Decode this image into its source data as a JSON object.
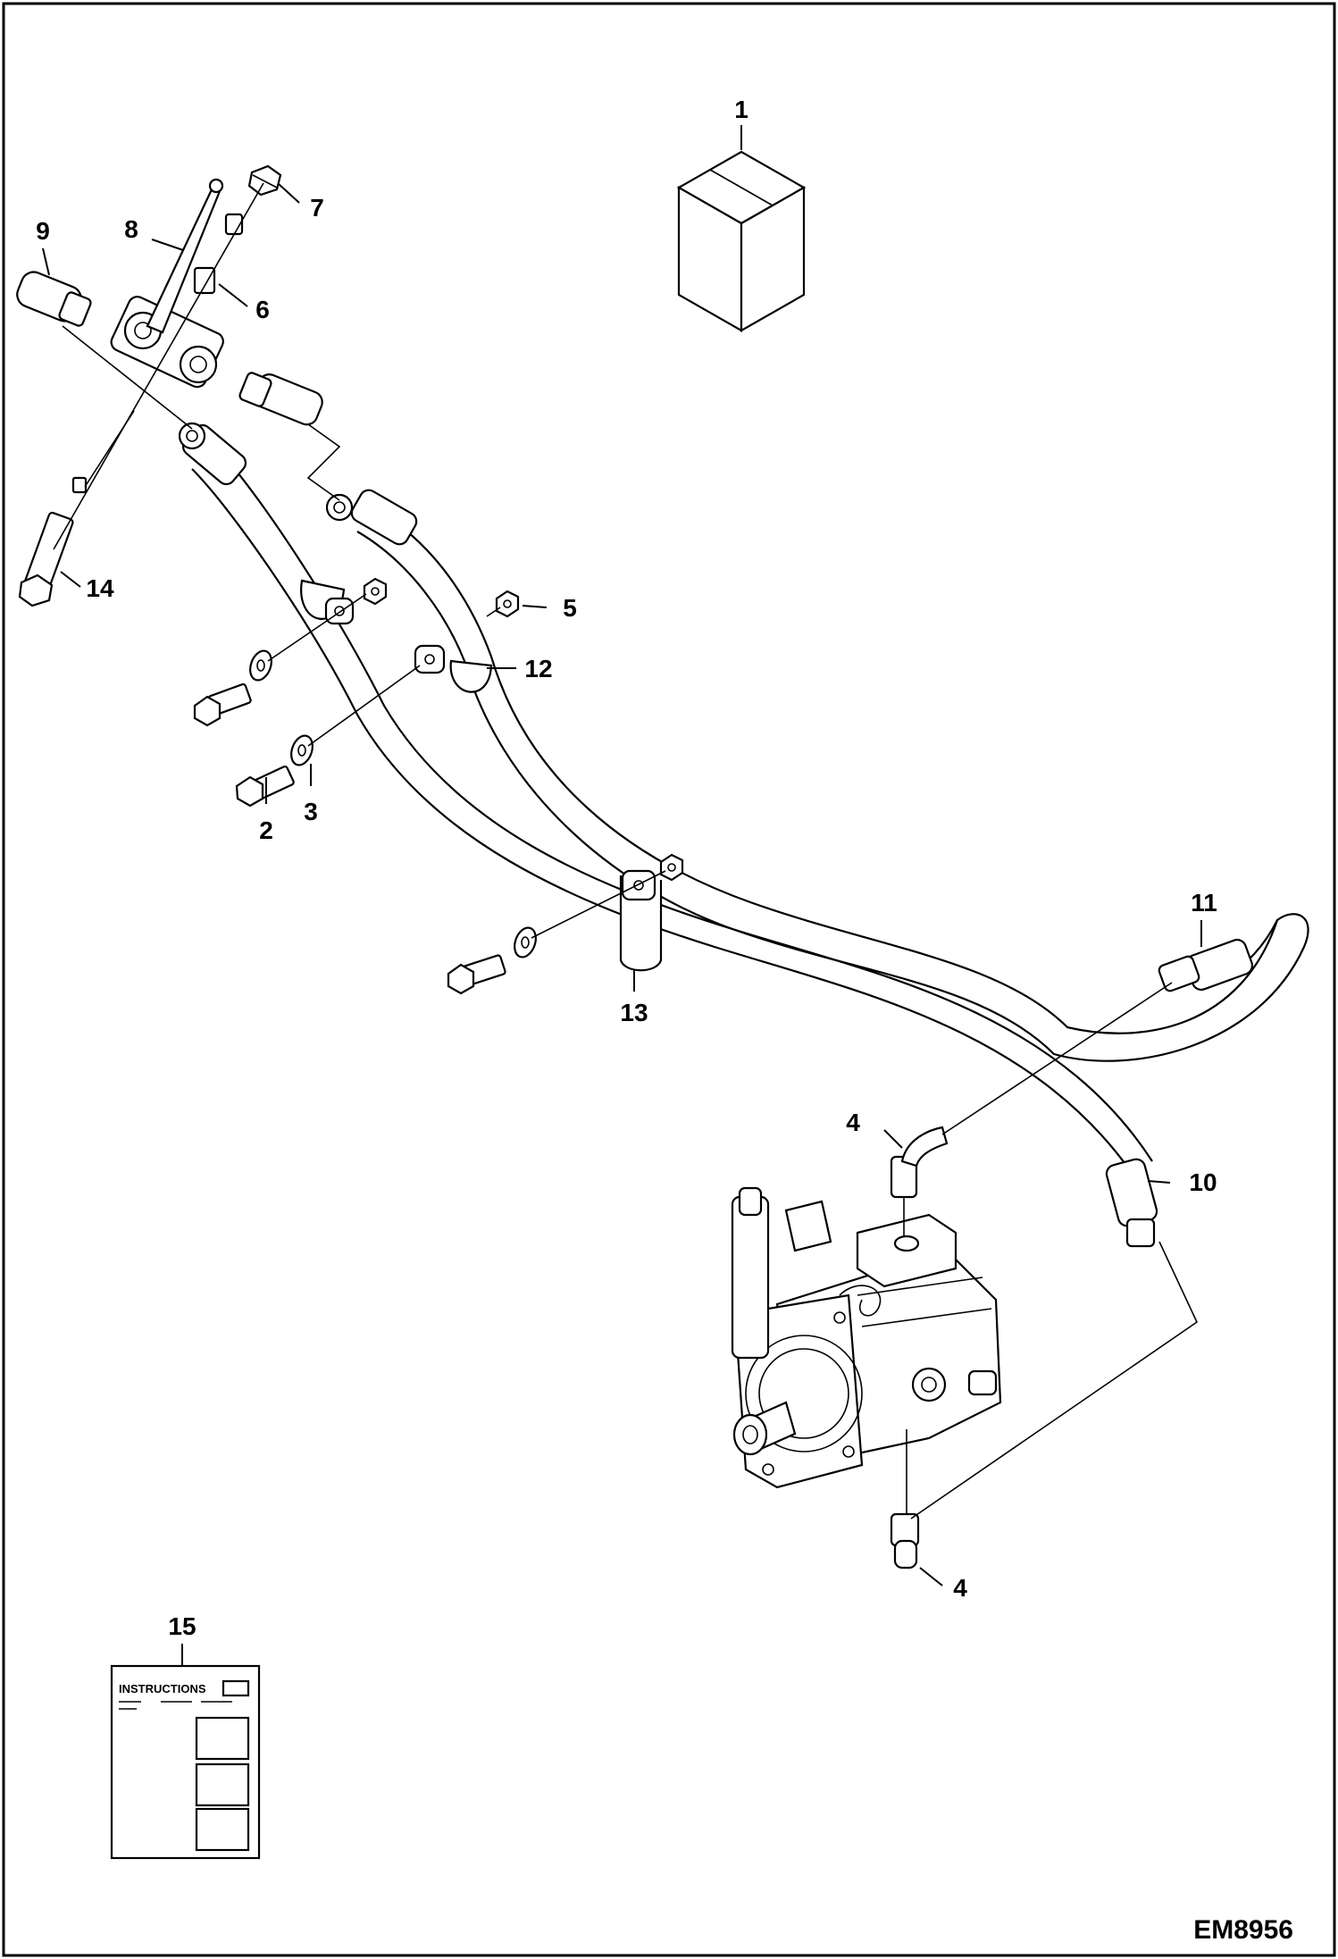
{
  "drawing": {
    "code": "EM8956",
    "manual_label": "INSTRUCTIONS"
  },
  "callouts": {
    "c1": "1",
    "c2": "2",
    "c3": "3",
    "c4a": "4",
    "c4b": "4",
    "c5": "5",
    "c6": "6",
    "c7": "7",
    "c8": "8",
    "c9": "9",
    "c10": "10",
    "c11": "11",
    "c12": "12",
    "c13": "13",
    "c14": "14",
    "c15": "15"
  }
}
